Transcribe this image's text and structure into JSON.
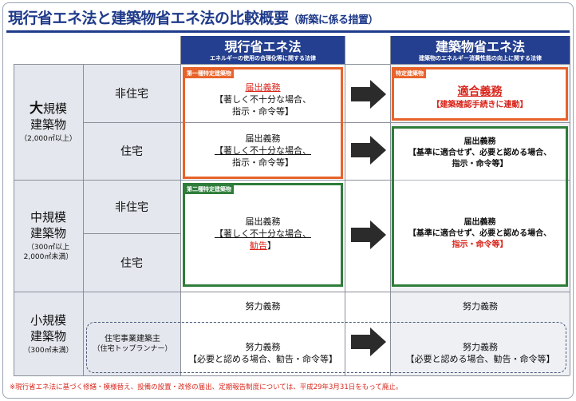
{
  "title": {
    "main": "現行省エネ法と建築物省エネ法の比較概要",
    "sub": "（新築に係る措置）"
  },
  "columns": {
    "current": {
      "heading": "現行省エネ法",
      "subheading": "エネルギーの使用の合理化等に関する法律"
    },
    "new": {
      "heading": "建築物省エネ法",
      "subheading": "建築物のエネルギー消費性能の向上に関する法律"
    }
  },
  "categories": {
    "large": {
      "line1_bold": "大",
      "line1_rest": "規模",
      "line2": "建築物",
      "note": "（2,000㎡以上）",
      "nonres": "非住宅",
      "res": "住宅"
    },
    "medium": {
      "line1": "中規模",
      "line2": "建築物",
      "note1": "（300㎡以上",
      "note2": "2,000㎡未満）",
      "nonres": "非住宅",
      "res": "住宅"
    },
    "small": {
      "line1": "小規模",
      "line2": "建築物",
      "note": "（300㎡未満）",
      "builder1": "住宅事業建築主",
      "builder2": "（住宅トップランナー）"
    }
  },
  "cells": {
    "tag_first": "第一種特定建築物",
    "tag_second": "第二種特定建築物",
    "tag_specified": "特定建築物",
    "large_nonres_current": {
      "l1": "届出義務",
      "l2": "【著しく不十分な場合、",
      "l3": "指示・命令等】"
    },
    "large_nonres_new": {
      "l1": "適合義務",
      "l2": "【建築確認手続きに連動】"
    },
    "large_res_current": {
      "l1": "届出義務",
      "l2": "【著しく不十分な場合、",
      "l3": "指示・命令等】"
    },
    "large_res_new": {
      "l1": "届出義務",
      "l2": "【基準に適合せず、必要と認める場合、",
      "l3": "指示・命令等】"
    },
    "medium_current": {
      "l1": "届出義務",
      "l2": "【著しく不十分な場合、",
      "l3a": "勧告",
      "l3b": "】"
    },
    "medium_new": {
      "l1": "届出義務",
      "l2": "【基準に適合せず、必要と認める場合、",
      "l3": "指示・命令等】"
    },
    "small_current": "努力義務",
    "small_new": "努力義務",
    "builder_current": {
      "l1": "努力義務",
      "l2": "【必要と認める場合、勧告・命令等】"
    },
    "builder_new": {
      "l1": "努力義務",
      "l2": "【必要と認める場合、勧告・命令等】"
    }
  },
  "footnote": "※現行省エネ法に基づく修繕・模様替え、設備の設置・改修の届出、定期報告制度については、平成29年3月31日をもって廃止。",
  "colors": {
    "header": "#243f8f",
    "orange": "#e8632a",
    "green": "#2f7d3a",
    "red": "#d9261c",
    "arrow": "#2b2b2b"
  }
}
